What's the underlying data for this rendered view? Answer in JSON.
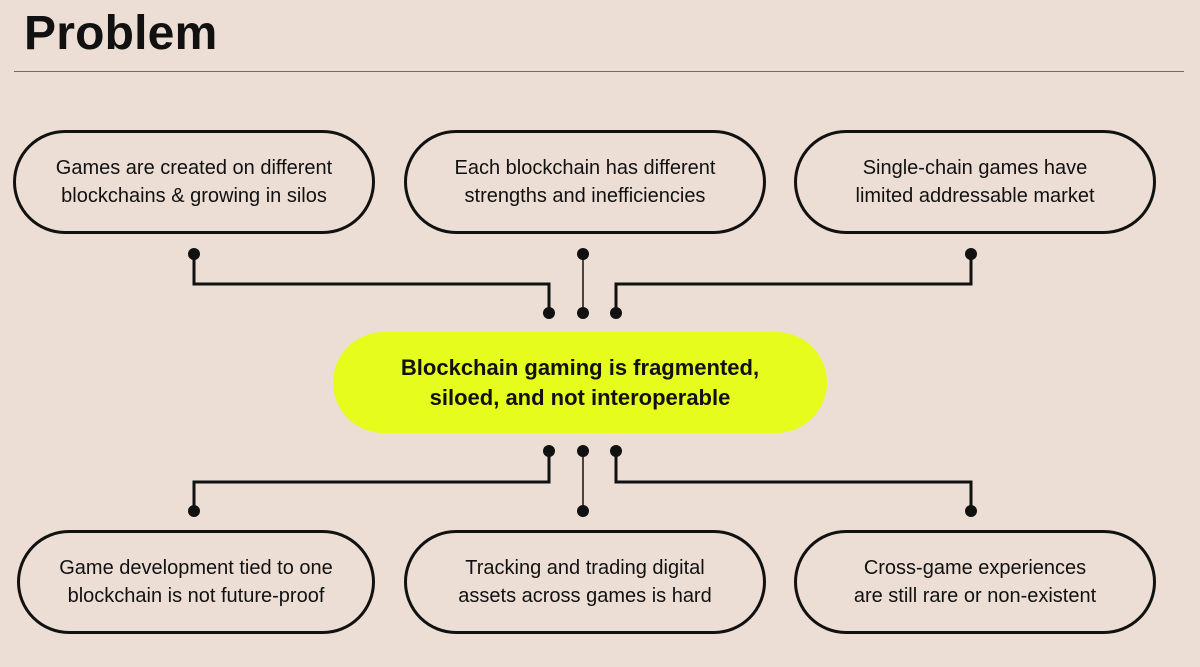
{
  "title": "Problem",
  "center": {
    "text": "Blockchain gaming is fragmented,\nsiloed, and not interoperable"
  },
  "problems": {
    "top": [
      "Games are created on different\nblockchains & growing in silos",
      "Each blockchain has different\nstrengths and inefficiencies",
      "Single-chain games have\nlimited addressable market"
    ],
    "bottom": [
      "Game development tied to one\nblockchain is not future-proof",
      "Tracking and trading digital\nassets across games is hard",
      "Cross-game experiences\nare still rare or non-existent"
    ]
  },
  "colors": {
    "background": "#ecded4",
    "accent": "#e6fc1d",
    "ink": "#111111"
  }
}
